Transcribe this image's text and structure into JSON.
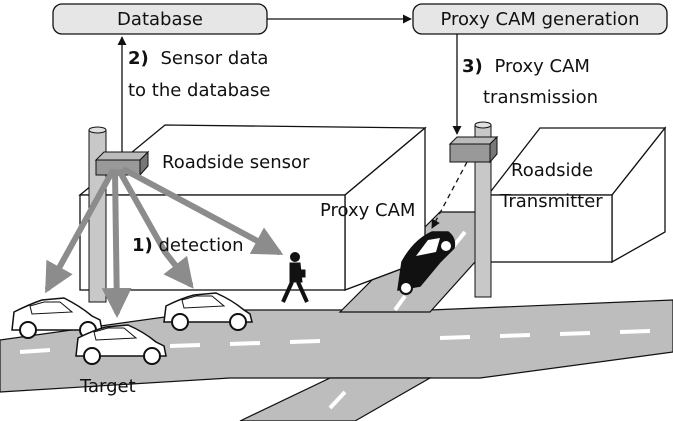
{
  "nodes": {
    "database": "Database",
    "proxy_gen": "Proxy CAM generation"
  },
  "labels": {
    "step2_num": "2)",
    "step2_line1": "Sensor data",
    "step2_line2": "to the database",
    "step3_num": "3)",
    "step3_line1": "Proxy CAM",
    "step3_line2": "transmission",
    "roadside_sensor": "Roadside sensor",
    "roadside_tx_line1": "Roadside",
    "roadside_tx_line2": "Transmitter",
    "proxy_cam": "Proxy CAM",
    "step1_num": "1)",
    "step1_text": "detection",
    "target": "Target"
  },
  "colors": {
    "box_fill": "#e6e6e6",
    "arrow_gray": "#8c8c8c",
    "road": "#bdbdbd",
    "line": "#111111"
  }
}
